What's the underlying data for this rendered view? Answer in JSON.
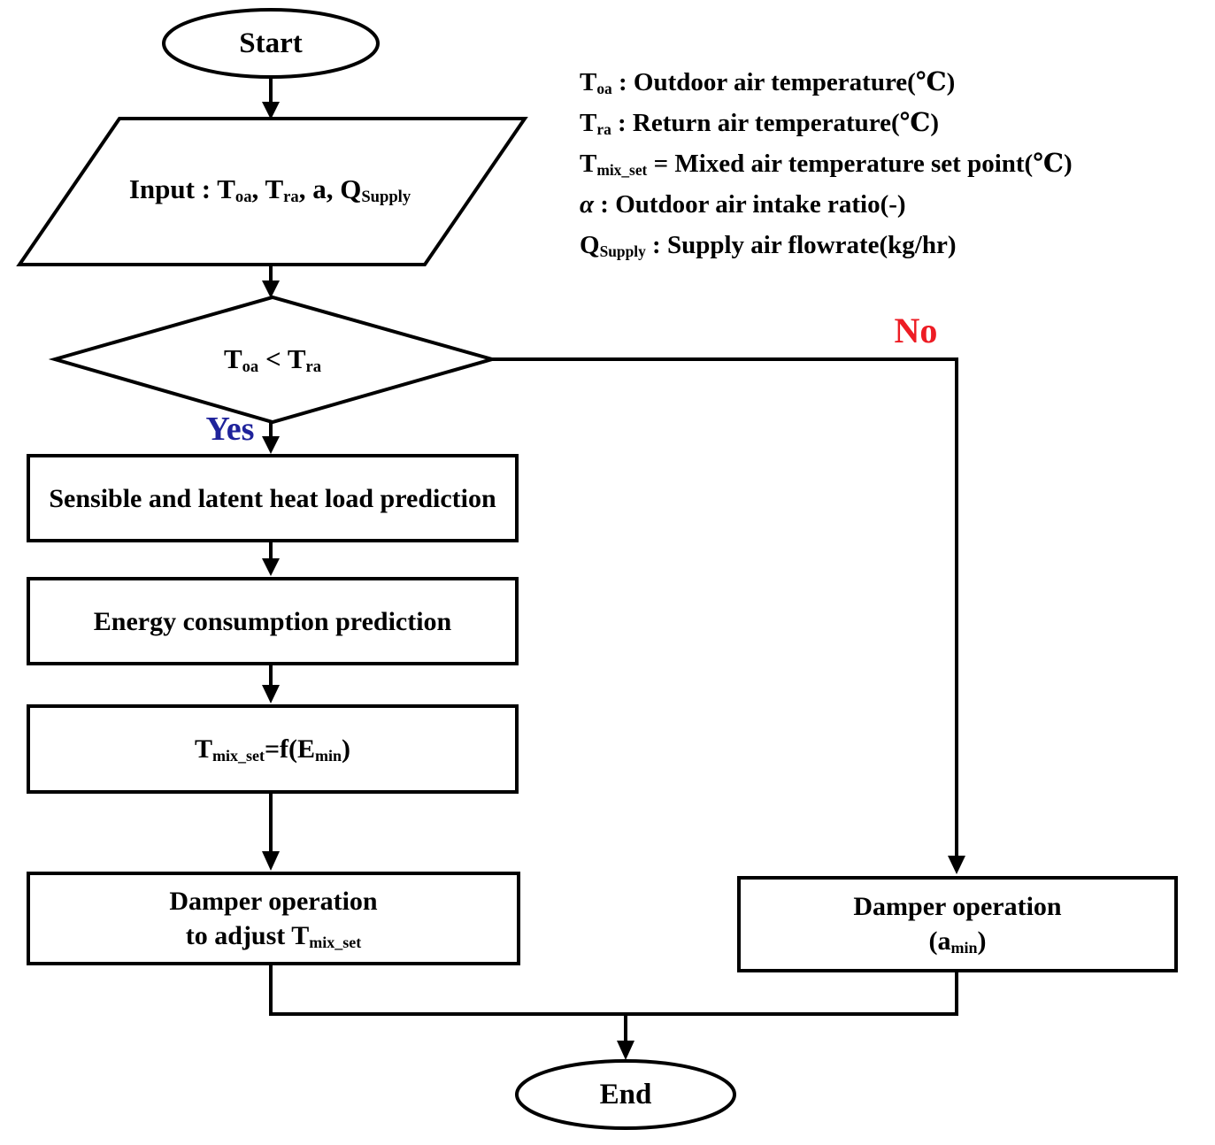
{
  "colors": {
    "line": "#000000",
    "text": "#000000",
    "background": "#ffffff",
    "yes_label": "#1f239b",
    "no_label": "#ed1c24"
  },
  "flowchart": {
    "start_label": "Start",
    "input_segments": [
      [
        "t",
        "Input : T"
      ],
      [
        "s",
        "oa"
      ],
      [
        "t",
        ", T"
      ],
      [
        "s",
        "ra"
      ],
      [
        "t",
        ", a, Q"
      ],
      [
        "s",
        "Supply"
      ]
    ],
    "decision_segments": [
      [
        "t",
        "T"
      ],
      [
        "s",
        "oa"
      ],
      [
        "t",
        " < T"
      ],
      [
        "s",
        "ra"
      ]
    ],
    "yes_label": "Yes",
    "no_label": "No",
    "heat_load_label": "Sensible and latent heat load prediction",
    "energy_label": "Energy consumption prediction",
    "tmix_segments": [
      [
        "t",
        "T"
      ],
      [
        "s",
        "mix_set"
      ],
      [
        "t",
        "=f(E"
      ],
      [
        "s",
        "min"
      ],
      [
        "t",
        ")"
      ]
    ],
    "damper_adjust": {
      "line1": "Damper operation",
      "line2_segments": [
        [
          "t",
          "to adjust T"
        ],
        [
          "s",
          "mix_set"
        ]
      ]
    },
    "damper_min": {
      "line1": "Damper operation",
      "line2_segments": [
        [
          "t",
          "(a"
        ],
        [
          "s",
          "min"
        ],
        [
          "t",
          ")"
        ]
      ]
    },
    "end_label": "End"
  },
  "legend": {
    "lines": [
      [
        [
          "t",
          "T"
        ],
        [
          "s",
          "oa"
        ],
        [
          "t",
          " : Outdoor air temperature(℃)"
        ]
      ],
      [
        [
          "t",
          "T"
        ],
        [
          "s",
          "ra"
        ],
        [
          "t",
          " : Return air temperature(℃)"
        ]
      ],
      [
        [
          "t",
          "T"
        ],
        [
          "s",
          "mix_set"
        ],
        [
          "t",
          " = Mixed air temperature set point(℃)"
        ]
      ],
      [
        [
          "i",
          "α"
        ],
        [
          "t",
          " : Outdoor air intake ratio(-)"
        ]
      ],
      [
        [
          "t",
          "Q"
        ],
        [
          "s",
          "Supply"
        ],
        [
          "t",
          " : Supply air flowrate(kg/hr)"
        ]
      ]
    ]
  }
}
